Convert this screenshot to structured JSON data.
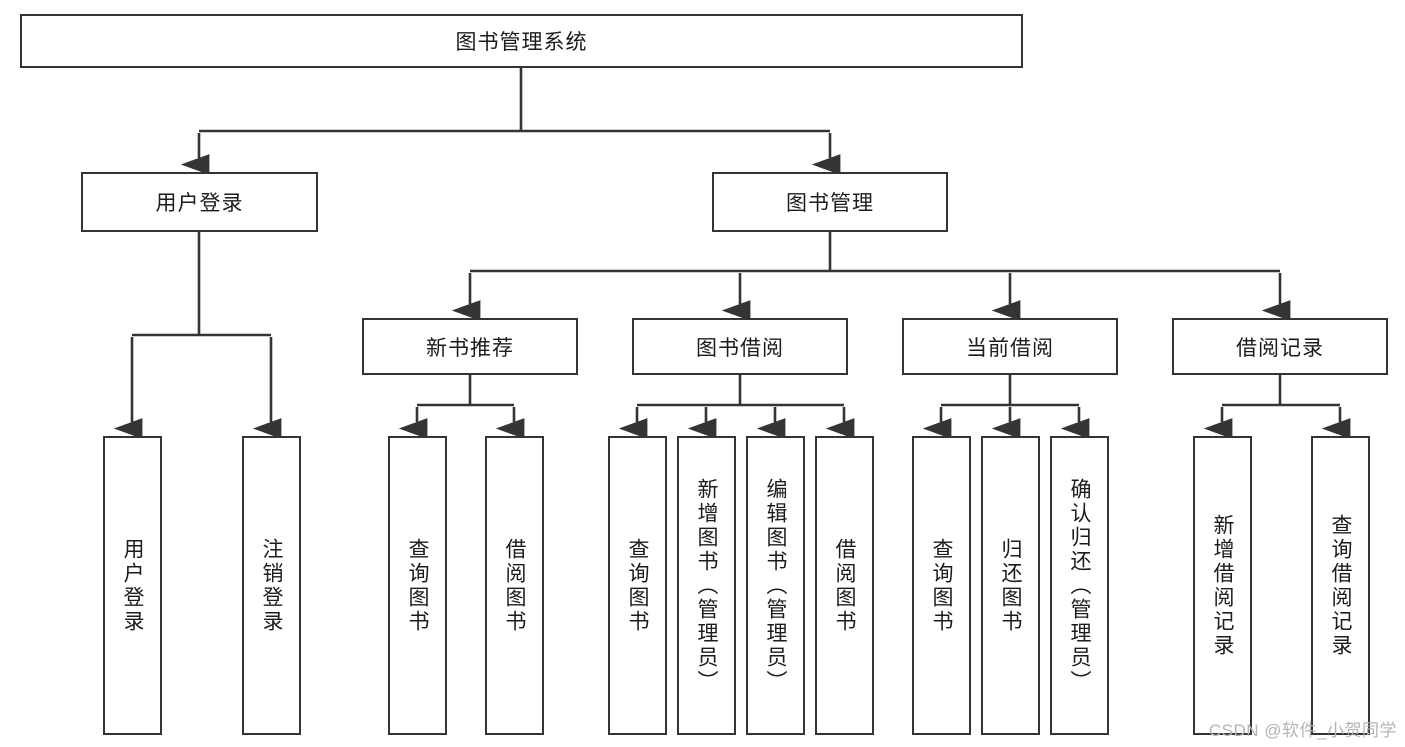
{
  "diagram": {
    "title": "图书管理系统",
    "watermark": "CSDN @软件_小贺同学",
    "colors": {
      "stroke": "#343434",
      "fill": "#ffffff",
      "text": "#1c1c1c",
      "watermark": "#b4b4b4"
    },
    "nodes": {
      "root": "图书管理系统",
      "level1": [
        "用户登录",
        "图书管理"
      ],
      "level2": [
        "新书推荐",
        "图书借阅",
        "当前借阅",
        "借阅记录"
      ],
      "leaves": {
        "user_login": [
          "用户登录",
          "注销登录"
        ],
        "new_book": [
          "查询图书",
          "借阅图书"
        ],
        "book_borrow": [
          "查询图书",
          "新增图书（管理员）",
          "编辑图书（管理员）",
          "借阅图书"
        ],
        "current_borrow": [
          "查询图书",
          "归还图书",
          "确认归还（管理员）"
        ],
        "borrow_record": [
          "新增借阅记录",
          "查询借阅记录"
        ]
      }
    }
  }
}
